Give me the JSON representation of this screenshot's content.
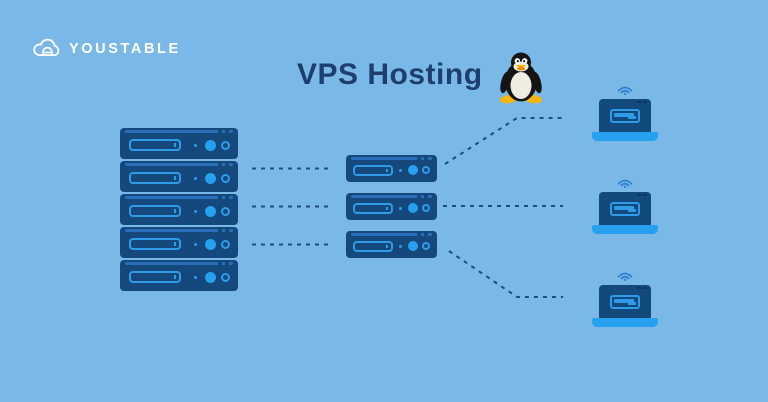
{
  "brand": {
    "name": "YOUSTABLE",
    "logo_icon": "cloud-server-icon",
    "text_color": "#ffffff"
  },
  "title": {
    "text": "VPS Hosting",
    "mascot": "linux-tux-penguin"
  },
  "diagram": {
    "host_rack": {
      "name": "physical-server-rack",
      "units": 5
    },
    "vps_instances": {
      "name": "vps-server",
      "count": 3
    },
    "client_devices": {
      "name": "laptop",
      "count": 3
    },
    "connections": [
      {
        "from": "host-rack",
        "to": "vps-server-1",
        "style": "dashed"
      },
      {
        "from": "host-rack",
        "to": "vps-server-2",
        "style": "dashed"
      },
      {
        "from": "host-rack",
        "to": "vps-server-3",
        "style": "dashed"
      },
      {
        "from": "vps-server-1",
        "to": "laptop-1",
        "style": "dashed"
      },
      {
        "from": "vps-server-2",
        "to": "laptop-2",
        "style": "dashed"
      },
      {
        "from": "vps-server-3",
        "to": "laptop-3",
        "style": "dashed"
      }
    ]
  },
  "colors": {
    "background": "#7ab8e8",
    "server_body": "#15497e",
    "accent_blue": "#27a0f0",
    "outline_blue": "#2f9ce8",
    "vent_strip": "#2a70b8",
    "title_text": "#1e3f6e",
    "dashed_line": "#1d4d80",
    "tux_body": "#141414",
    "tux_belly": "#efece1",
    "tux_beak_feet": "#f6b40e"
  }
}
